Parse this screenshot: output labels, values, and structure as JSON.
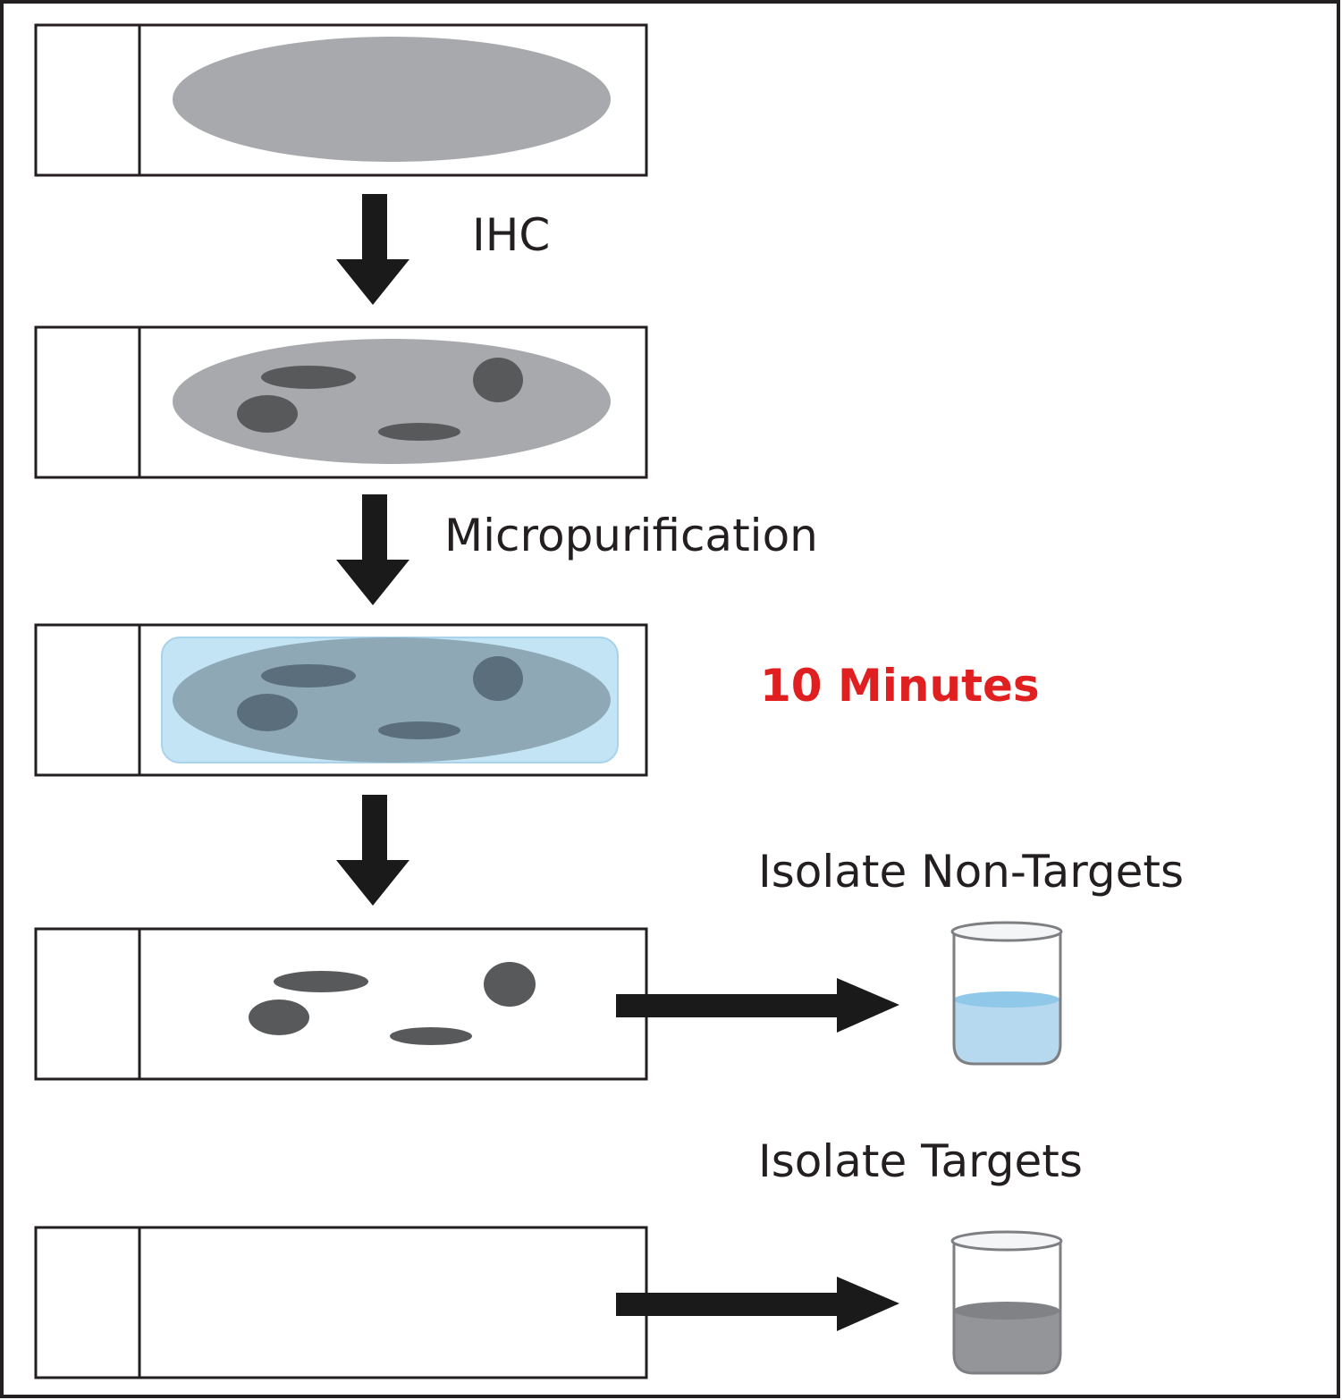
{
  "colors": {
    "tissue": "#a7a9ac",
    "stained_cell": "#58595b",
    "slide_outline": "#231f20",
    "arrow": "#1a1a1a",
    "buffer_overlay": "#c3e4f5",
    "overlay_tissue": "#8fa8b5",
    "overlay_cell": "#5a6f7b",
    "highlight_text": "#e02020",
    "non_target_liquid": "#b7d9ef",
    "target_liquid": "#939598"
  },
  "labels": {
    "ihc": "IHC",
    "micropurification": "Micropurification",
    "duration": "10 Minutes",
    "isolate_non_targets": "Isolate Non-Targets",
    "isolate_targets": "Isolate Targets"
  },
  "slides": [
    {
      "state": "unstained tissue"
    },
    {
      "state": "stained tissue"
    },
    {
      "state": "tissue under micropurification buffer"
    },
    {
      "state": "target cells remaining"
    },
    {
      "state": "empty slide"
    }
  ],
  "icons": {
    "down_arrow": "down-arrow-icon",
    "right_arrow": "right-arrow-icon",
    "tube": "tube-icon"
  }
}
